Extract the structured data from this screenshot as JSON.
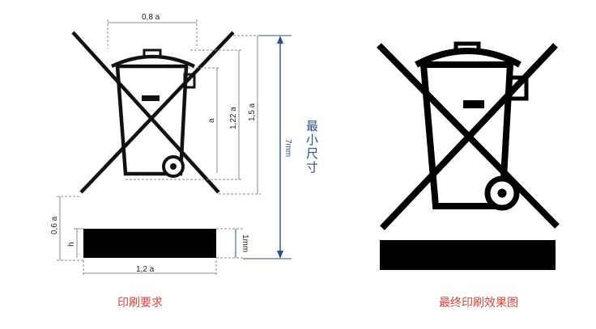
{
  "dims": {
    "top_width": "0,8 a",
    "a": "a",
    "a122": "1,22 a",
    "a15": "1,5 a",
    "a06": "0,6 a",
    "h": "h",
    "bar_height": "1mm",
    "bottom_width": "1,2 a",
    "total_height": "7mm",
    "min_size": "最小尺寸"
  },
  "captions": {
    "left": "印刷要求",
    "right": "最终印刷效果图"
  },
  "colors": {
    "dimension_blue": "#2d4f8a",
    "caption_red": "#d9413a",
    "symbol_black": "#000000",
    "dim_line_gray": "#8a8a8a"
  }
}
